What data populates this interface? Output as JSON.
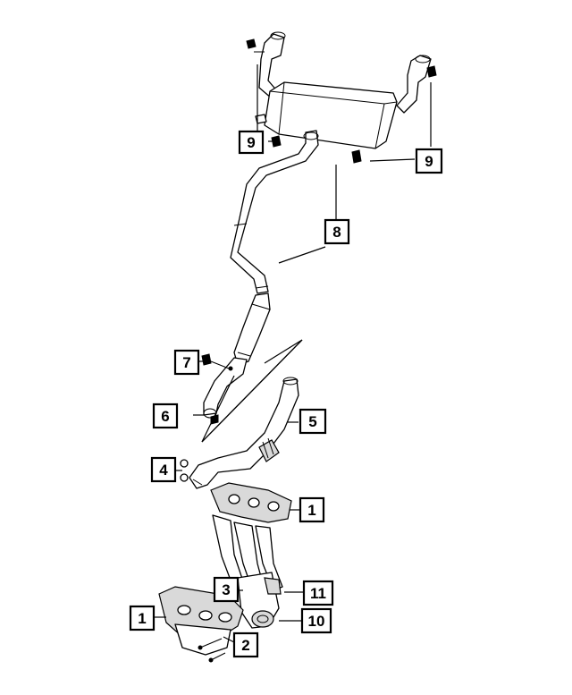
{
  "callouts": {
    "c1_right": "1",
    "c1_left": "1",
    "c2": "2",
    "c3": "3",
    "c4": "4",
    "c5": "5",
    "c6": "6",
    "c7": "7",
    "c8": "8",
    "c9_left": "9",
    "c9_right": "9",
    "c10": "10",
    "c11": "11"
  }
}
